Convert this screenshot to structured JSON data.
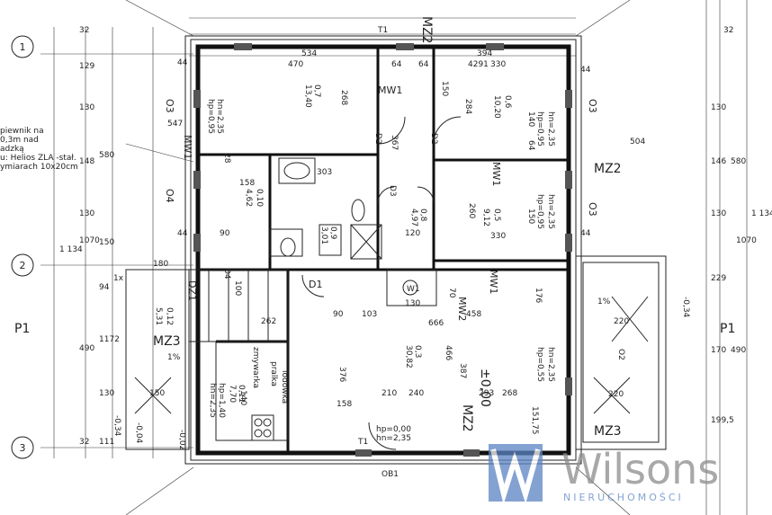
{
  "axes": {
    "left": [
      "1",
      "2",
      "3"
    ],
    "p1": "P1"
  },
  "left_notes": [
    "piewnik na",
    "0,3m nad",
    "adzką",
    "u: Helios ZLA -stał.",
    "ymiarach 10x20cm"
  ],
  "left_dims": [
    "32",
    "129",
    "130",
    "148",
    "130",
    "1 134",
    "1070",
    "150",
    "94",
    "490",
    "1172",
    "130",
    "547",
    "580",
    "1x",
    "32",
    "111"
  ],
  "top_dims": [
    "534",
    "394",
    "470",
    "64",
    "64",
    "330",
    "4291",
    "44",
    "44",
    "44",
    "44"
  ],
  "right_dims": [
    "32",
    "130",
    "146",
    "130",
    "1 134",
    "1070",
    "229",
    "170",
    "490",
    "580",
    "199,5",
    "504"
  ],
  "rooms": [
    {
      "code": "0,7",
      "area": "13,40",
      "hp": "hp=0,95",
      "hn": "hn=2,35"
    },
    {
      "code": "0,6",
      "area": "10,20",
      "hp": "hp=0,95",
      "hn": "hn=2,35"
    },
    {
      "code": "0,10",
      "area": "4,62"
    },
    {
      "code": "0,8",
      "area": "4,97"
    },
    {
      "code": "0,5",
      "area": "9,12",
      "hp": "hp=0,95",
      "hn": "hn=2,35"
    },
    {
      "code": "0,12",
      "area": "5,31"
    },
    {
      "code": "0,3",
      "area": "30,82",
      "hp": "hp=0,55",
      "hn": "hn=2,35"
    },
    {
      "code": "0,11",
      "area": "7,70",
      "hp": "hp=1,40",
      "hn": "hn=2,35"
    },
    {
      "code": "0,9",
      "area": "3,01"
    }
  ],
  "labels": {
    "mw1": "MW1",
    "mw2": "MW2",
    "mz2": "MZ2",
    "mz3": "MZ3",
    "dz1": "DZ1",
    "o3": "O3",
    "o4": "O4",
    "o2": "O2",
    "d1": "D1",
    "d2": "D2",
    "d3": "D3",
    "d4": "D4",
    "w1": "W1",
    "ob1": "OB1",
    "zero": "±0,00",
    "door_hp": "hp=0,00",
    "door_hn": "hn=2,35",
    "t1": "T1",
    "lodowka": "lodówka",
    "pralka": "pralka",
    "zmywarka": "zmywarka",
    "one_pct": "1%",
    "neg": "-0,34",
    "neg2": "-0,02",
    "neg3": "-0,04"
  },
  "inner_dims": [
    "268",
    "303",
    "158",
    "90",
    "120",
    "100",
    "666",
    "458",
    "103",
    "130",
    "376",
    "387",
    "466",
    "293",
    "268",
    "210",
    "240",
    "158",
    "180",
    "220",
    "220",
    "70",
    "140",
    "150",
    "176",
    "262",
    "28",
    "367",
    "284",
    "140",
    "64",
    "150",
    "260",
    "150",
    "330",
    "151,75",
    "90"
  ],
  "logo": {
    "name": "Wilsons",
    "tagline": "NIERUCHOMOŚCI"
  }
}
